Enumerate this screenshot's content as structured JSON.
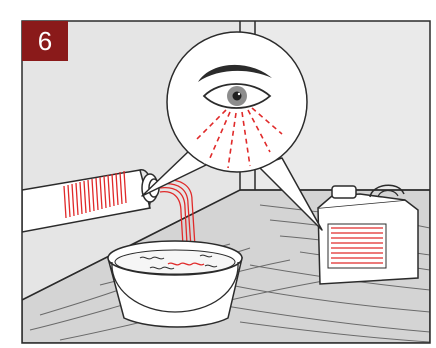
{
  "step": {
    "number": "6",
    "badge_color": "#8a1a1a"
  },
  "colors": {
    "outline": "#2b2b2b",
    "wall": "#e6e6e6",
    "floor": "#d3d3d3",
    "accent_red": "#e02a2a",
    "bubble": "#ffffff"
  },
  "icons": [
    "eye-icon",
    "cleaner-tube",
    "water-bucket",
    "chemical-jug"
  ]
}
